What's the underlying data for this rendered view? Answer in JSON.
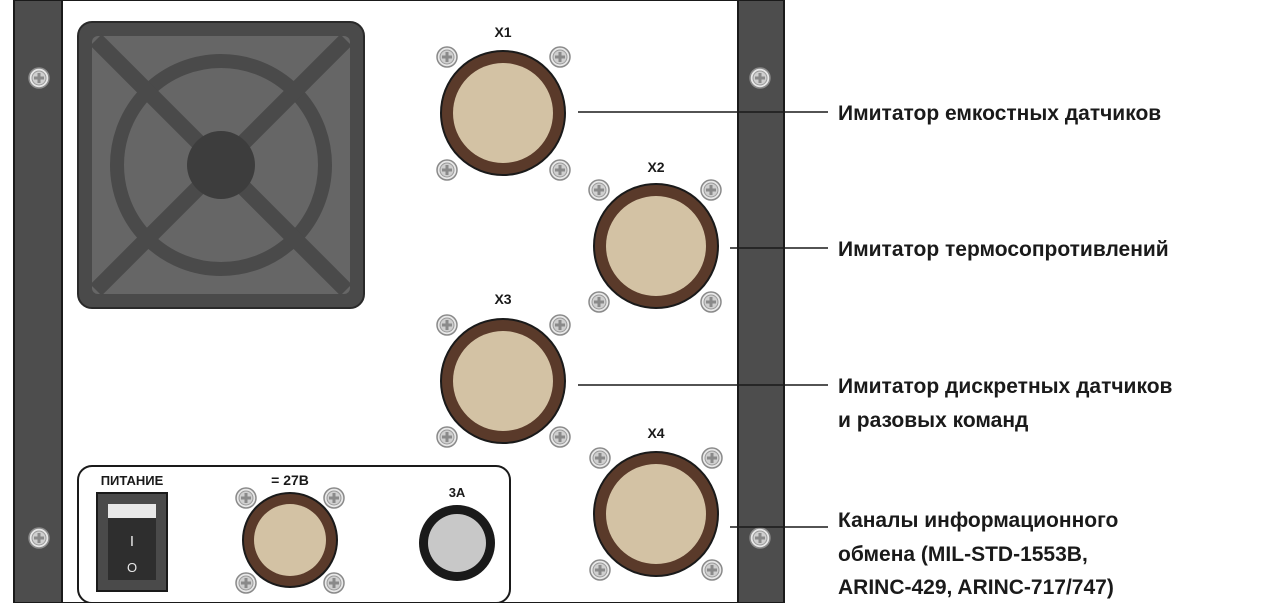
{
  "panel": {
    "power_label": "ПИТАНИЕ",
    "switch_on_symbol": "I",
    "switch_off_symbol": "O",
    "power_connector_label": "= 27В",
    "fuse_label": "3А"
  },
  "connectors": [
    {
      "id": "X1",
      "label": "X1",
      "description": [
        "Имитатор емкостных датчиков"
      ]
    },
    {
      "id": "X2",
      "label": "X2",
      "description": [
        "Имитатор термосопротивлений"
      ]
    },
    {
      "id": "X3",
      "label": "X3",
      "description": [
        "Имитатор дискретных датчиков",
        "и разовых команд"
      ]
    },
    {
      "id": "X4",
      "label": "X4",
      "description": [
        "Каналы информационного",
        "обмена (MIL-STD-1553B,",
        "ARINC-429, ARINC-717/747)"
      ]
    }
  ],
  "colors": {
    "rail": "#4d4d4d",
    "connector_ring": "#5a3a2a",
    "connector_face": "#d3c2a4",
    "fan": "#4a4a4a"
  },
  "icons": [
    "screw-icon",
    "fan-grille",
    "rocker-switch",
    "fuse-holder"
  ]
}
